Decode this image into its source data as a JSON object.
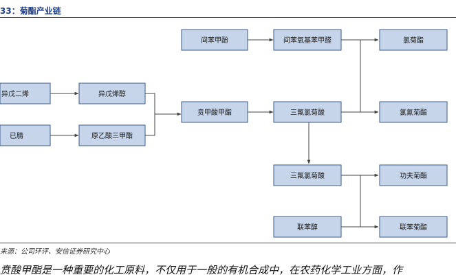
{
  "header": {
    "title": "33：菊酯产业链"
  },
  "diagram": {
    "nodes": {
      "yiwu_erxi": "异戊二烯",
      "yiwu_xichun": "异戊烯醇",
      "yijing": "已腈",
      "yuanyisuan": "原乙酸三甲酯",
      "jianbenjiafen": "间苯甲酚",
      "jianbenyangji": "间苯氧基苯甲醛",
      "gujiasuan": "贲甲酸甲酯",
      "sanfu_a": "三氟氯菊酸",
      "sanfu_b": "三氟氯菊酸",
      "lianbenchun": "联苯醇",
      "lvjuzhi": "氯菊酯",
      "lvqingjuzhi": "氯氰菊酯",
      "gongfujuzhi": "功夫菊酯",
      "lianbenjuzhi": "联苯菊酯"
    }
  },
  "footer": {
    "source": "来源：公司环评、安信证券研究中心",
    "body": "贲酸甲酯是一种重要的化工原料，不仅用于一般的有机合成中，在农药化学工业方面，作"
  },
  "colors": {
    "node_fill": "#c6d5ea",
    "node_stroke": "#3d5a87",
    "edge": "#444444",
    "accent": "#1f3f86"
  }
}
